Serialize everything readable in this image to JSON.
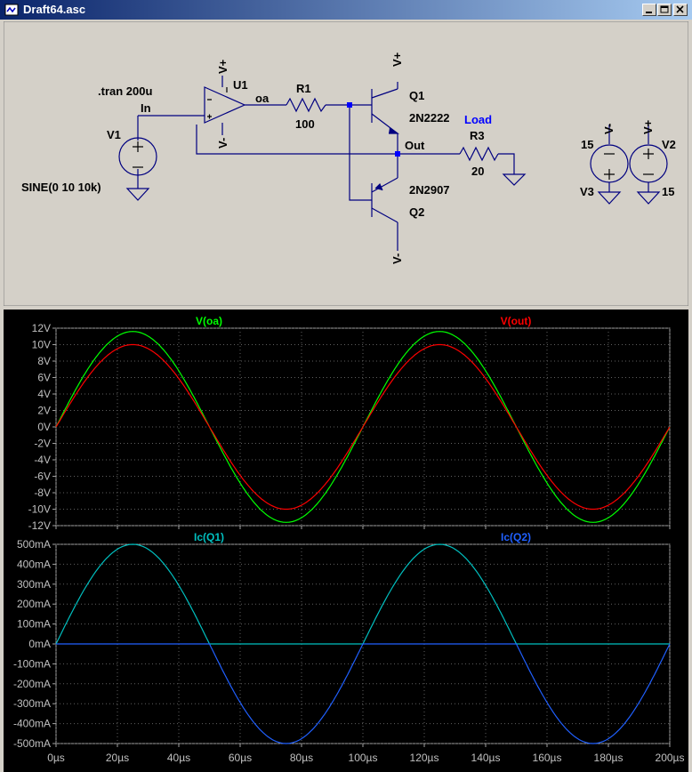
{
  "window": {
    "title": "Draft64.asc"
  },
  "schematic": {
    "directive": ".tran 200u",
    "net_in": "In",
    "net_oa": "oa",
    "net_out": "Out",
    "net_load": "Load",
    "v1": {
      "name": "V1",
      "value": "SINE(0 10 10k)"
    },
    "u1": {
      "name": "U1"
    },
    "r1": {
      "name": "R1",
      "value": "100"
    },
    "r3": {
      "name": "R3",
      "value": "20"
    },
    "q1": {
      "name": "Q1",
      "model": "2N2222"
    },
    "q2": {
      "name": "Q2",
      "model": "2N2907"
    },
    "v2": {
      "name": "V2",
      "value": "15"
    },
    "v3": {
      "name": "V3",
      "value": "15"
    },
    "label_vplus": "V+",
    "label_vminus": "V-",
    "colors": {
      "background": "#d4d0c8",
      "wire": "#000080",
      "component": "#000000",
      "load_label": "#0000ff"
    }
  },
  "chart_data": [
    {
      "type": "line",
      "x_ticks": [
        "0µs",
        "20µs",
        "40µs",
        "60µs",
        "80µs",
        "100µs",
        "120µs",
        "140µs",
        "160µs",
        "180µs",
        "200µs"
      ],
      "y_ticks": [
        "12V",
        "10V",
        "8V",
        "6V",
        "4V",
        "2V",
        "0V",
        "-2V",
        "-4V",
        "-6V",
        "-8V",
        "-10V",
        "-12V"
      ],
      "xlim": [
        0,
        200
      ],
      "ylim": [
        -12,
        12
      ],
      "grid": true,
      "series": [
        {
          "name": "V(oa)",
          "color": "#00ff00",
          "kind": "sine",
          "amplitude": 11.6,
          "frequency_khz": 10
        },
        {
          "name": "V(out)",
          "color": "#ff0000",
          "kind": "sine",
          "amplitude": 10,
          "frequency_khz": 10
        }
      ]
    },
    {
      "type": "line",
      "x_ticks": [
        "0µs",
        "20µs",
        "40µs",
        "60µs",
        "80µs",
        "100µs",
        "120µs",
        "140µs",
        "160µs",
        "180µs",
        "200µs"
      ],
      "y_ticks": [
        "500mA",
        "400mA",
        "300mA",
        "200mA",
        "100mA",
        "0mA",
        "-100mA",
        "-200mA",
        "-300mA",
        "-400mA",
        "-500mA"
      ],
      "xlim": [
        0,
        200
      ],
      "ylim": [
        -500,
        500
      ],
      "grid": true,
      "series": [
        {
          "name": "Ic(Q1)",
          "color": "#00c0c0",
          "kind": "half-positive",
          "amplitude": 500,
          "frequency_khz": 10
        },
        {
          "name": "Ic(Q2)",
          "color": "#2060ff",
          "kind": "half-negative",
          "amplitude": 500,
          "frequency_khz": 10
        }
      ]
    }
  ]
}
